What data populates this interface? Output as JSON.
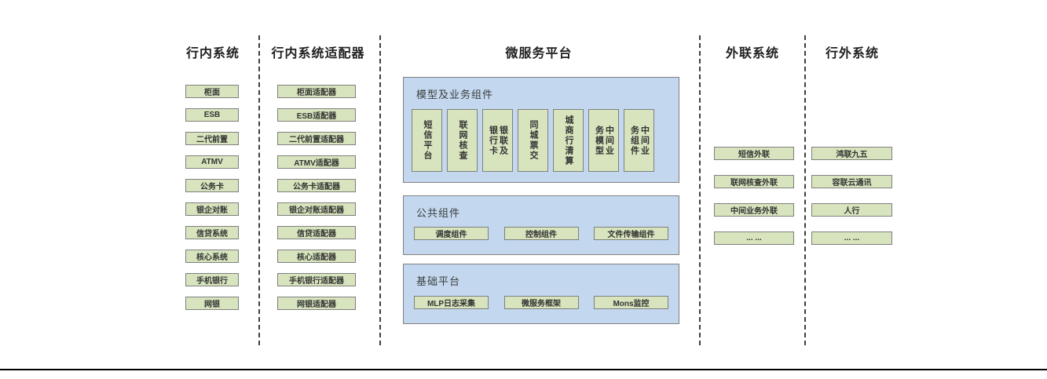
{
  "columns": {
    "internal": {
      "title": "行内系统",
      "items": [
        "柜面",
        "ESB",
        "二代前置",
        "ATMV",
        "公务卡",
        "银企对账",
        "信贷系统",
        "核心系统",
        "手机银行",
        "网银"
      ]
    },
    "adapters": {
      "title": "行内系统适配器",
      "items": [
        "柜面适配器",
        "ESB适配器",
        "二代前置适配器",
        "ATMV适配器",
        "公务卡适配器",
        "银企对账适配器",
        "信贷适配器",
        "核心适配器",
        "手机银行适配器",
        "网银适配器"
      ]
    },
    "platform": {
      "title": "微服务平台",
      "model_group": {
        "title": "模型及业务组件",
        "items": [
          "短信平台",
          "联网核查",
          "银联及\n银行卡",
          "同城票交",
          "城商行清算",
          "中间业\n务模型",
          "中间业\n务组件"
        ]
      },
      "common_group": {
        "title": "公共组件",
        "items": [
          "调度组件",
          "控制组件",
          "文件传输组件"
        ]
      },
      "base_group": {
        "title": "基础平台",
        "items": [
          "MLP日志采集",
          "微服务框架",
          "Mons监控"
        ]
      }
    },
    "outbound": {
      "title": "外联系统",
      "items": [
        "短信外联",
        "联网核查外联",
        "中间业务外联",
        "... ..."
      ]
    },
    "external": {
      "title": "行外系统",
      "items": [
        "鸿联九五",
        "容联云通讯",
        "人行",
        "... ..."
      ]
    }
  },
  "colors": {
    "green_fill": "#d7e4bd",
    "blue_fill": "#c3d8ef",
    "box_border": "#7f7f7f",
    "dash_line": "#3f3f3f",
    "bottom_rule": "#000000"
  }
}
